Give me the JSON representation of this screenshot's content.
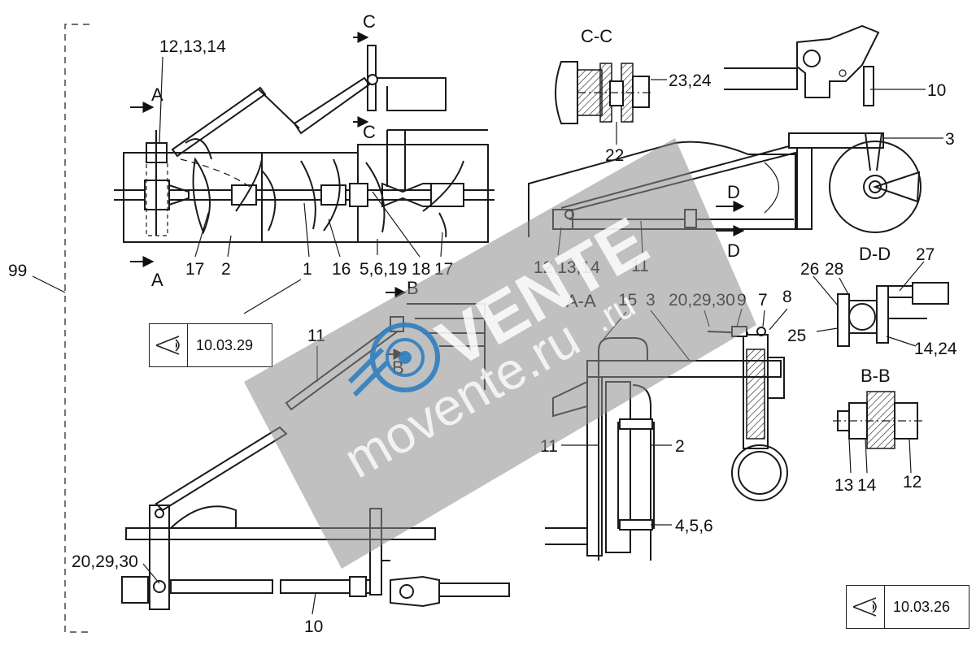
{
  "assembly_label": "99",
  "sections": {
    "cc": "C-C",
    "aa": "A-A",
    "dd": "D-D",
    "bb": "B-B"
  },
  "section_markers": {
    "a_top": "A",
    "a_bottom": "A",
    "b_top": "B",
    "b_bottom": "B",
    "c_top": "C",
    "c_bottom": "C",
    "d_top": "D",
    "d_bottom": "D"
  },
  "callouts": {
    "top_left": {
      "p12_13_14": "12,13,14",
      "p17_left": "17",
      "p2": "2",
      "p1": "1",
      "p16": "16",
      "p5_6_19": "5,6,19",
      "p18": "18",
      "p17_right": "17"
    },
    "cc_view": {
      "p23_24": "23,24",
      "p22": "22"
    },
    "top_right": {
      "p10": "10",
      "p3": "3",
      "p12_13_14": "12,13,14",
      "p11": "11"
    },
    "bottom_left": {
      "p11": "11",
      "p20_29_30": "20,29,30",
      "p10": "10"
    },
    "aa_view": {
      "p15": "15",
      "p3": "3",
      "p20_29_30": "20,29,30",
      "p9": "9",
      "p7": "7",
      "p8": "8",
      "p11": "11",
      "p2": "2",
      "p4_5_6": "4,5,6"
    },
    "dd_view": {
      "p26": "26",
      "p28": "28",
      "p27": "27",
      "p25": "25",
      "p14_24": "14,24"
    },
    "bb_view": {
      "p13": "13",
      "p14": "14",
      "p12": "12"
    }
  },
  "reference_boxes": [
    {
      "code": "10.03.29",
      "icon": "eye-view-icon"
    },
    {
      "code": "10.03.26",
      "icon": "eye-view-icon"
    }
  ],
  "watermark": {
    "brand": "VENTE",
    "domain_top": ".ru",
    "domain": "movente.ru"
  },
  "colors": {
    "line": "#1a1a1a",
    "watermark_gray": "#8c8c8c",
    "watermark_blue": "#2f7fc1"
  }
}
